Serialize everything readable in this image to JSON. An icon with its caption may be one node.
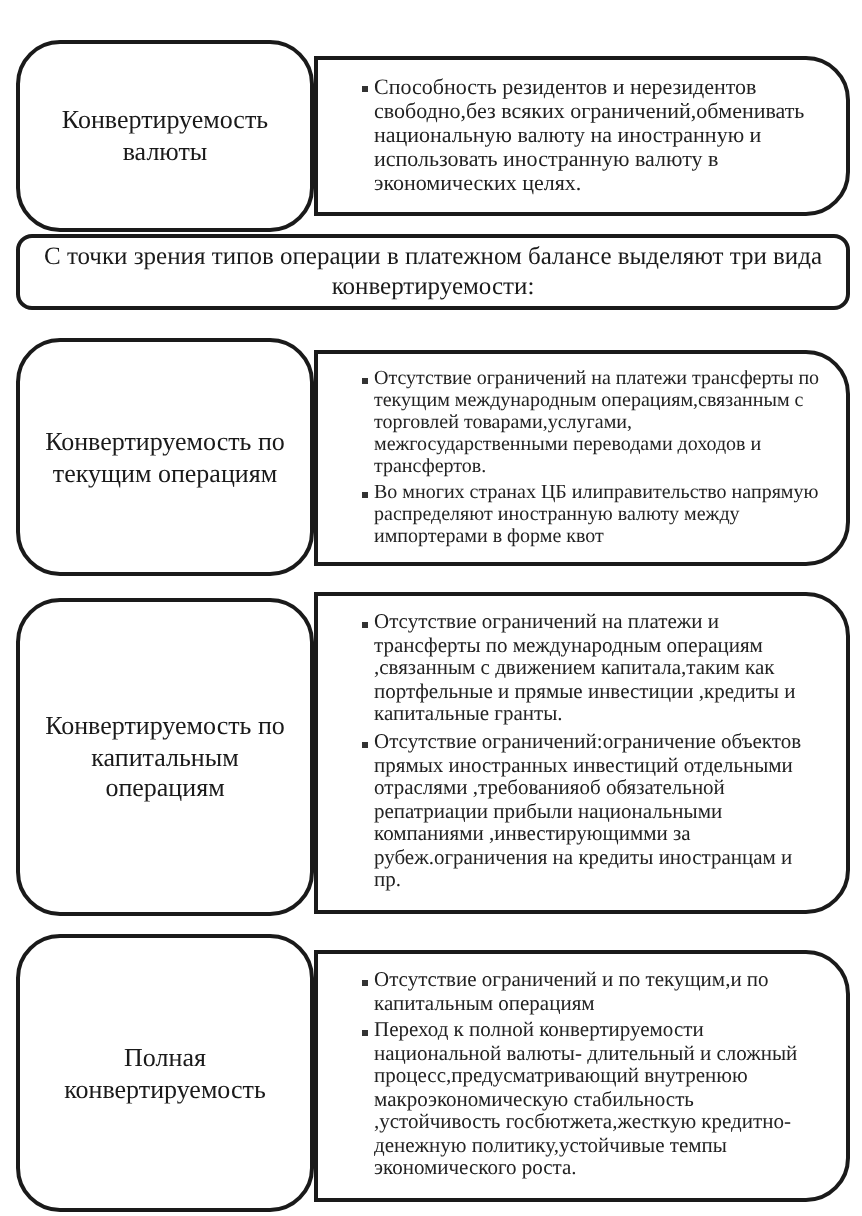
{
  "diagram": {
    "nodes": [
      {
        "text": [
          "Конвертируемость валюты"
        ]
      },
      {
        "text": [
          "Способность резидентов и нерезидентов свободно,без всяких ограничений,обменивать национальную валюту на иностранную и использовать иностранную валюту в экономических целях."
        ]
      },
      {
        "text": [
          "С точки зрения типов операции в платежном балансе выделяют три вида конвертируемости:"
        ]
      },
      {
        "text": [
          "Конвертируемость по текущим операциям"
        ]
      },
      {
        "text": [
          "Отсутствие ограничений на платежи трансферты по текущим международным операциям,связанным с торговлей товарами,услугами, межгосударственными переводами доходов и трансфертов.",
          "Во многих странах ЦБ илиправительство напрямую распределяют иностранную валюту между импортерами в форме квот"
        ]
      },
      {
        "text": [
          "Конвертируемость по капитальным операциям"
        ]
      },
      {
        "text": [
          "Отсутствие ограничений на платежи и трансферты по международным операциям ,связанным с движением капитала,таким как портфельные и прямые инвестиции ,кредиты и капитальные гранты.",
          "Отсутствие ограничений:ограничение объектов прямых иностранных инвестиций отдельными отраслями ,требованияоб обязательной репатриации прибыли национальными компаниями ,инвестирующимми за рубеж.ограничения на кредиты иностранцам и пр."
        ]
      },
      {
        "text": [
          "Полная конвертируемость"
        ]
      },
      {
        "text": [
          "Отсутствие ограничений и по текущим,и по капитальным операциям",
          "Переход к полной конвертируемости национальной валюты- длительный и сложный процесс,предусматривающий внутренюю макроэкономическую стабильность ,устойчивость госбютжета,жесткую кредитно-денежную политику,устойчивые темпы экономического роста."
        ]
      }
    ]
  }
}
